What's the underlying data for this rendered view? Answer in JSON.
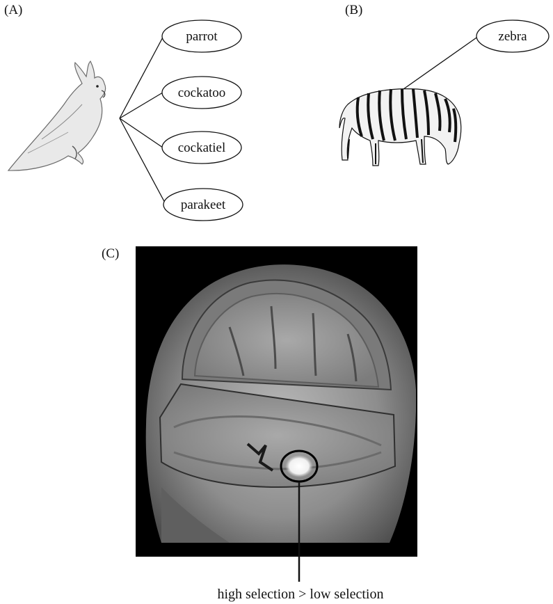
{
  "panels": {
    "a": {
      "label": "(A)",
      "words": [
        "parrot",
        "cockatoo",
        "cockatiel",
        "parakeet"
      ]
    },
    "b": {
      "label": "(B)",
      "words": [
        "zebra"
      ]
    },
    "c": {
      "label": "(C)",
      "caption": "high selection > low selection"
    }
  },
  "colors": {
    "ink": "#111111",
    "mri_background": "#000000",
    "activation": "#ffffff"
  },
  "icons": {
    "a": "cockatoo-illustration",
    "b": "zebra-illustration",
    "c": "mri-brain-cutaway"
  }
}
